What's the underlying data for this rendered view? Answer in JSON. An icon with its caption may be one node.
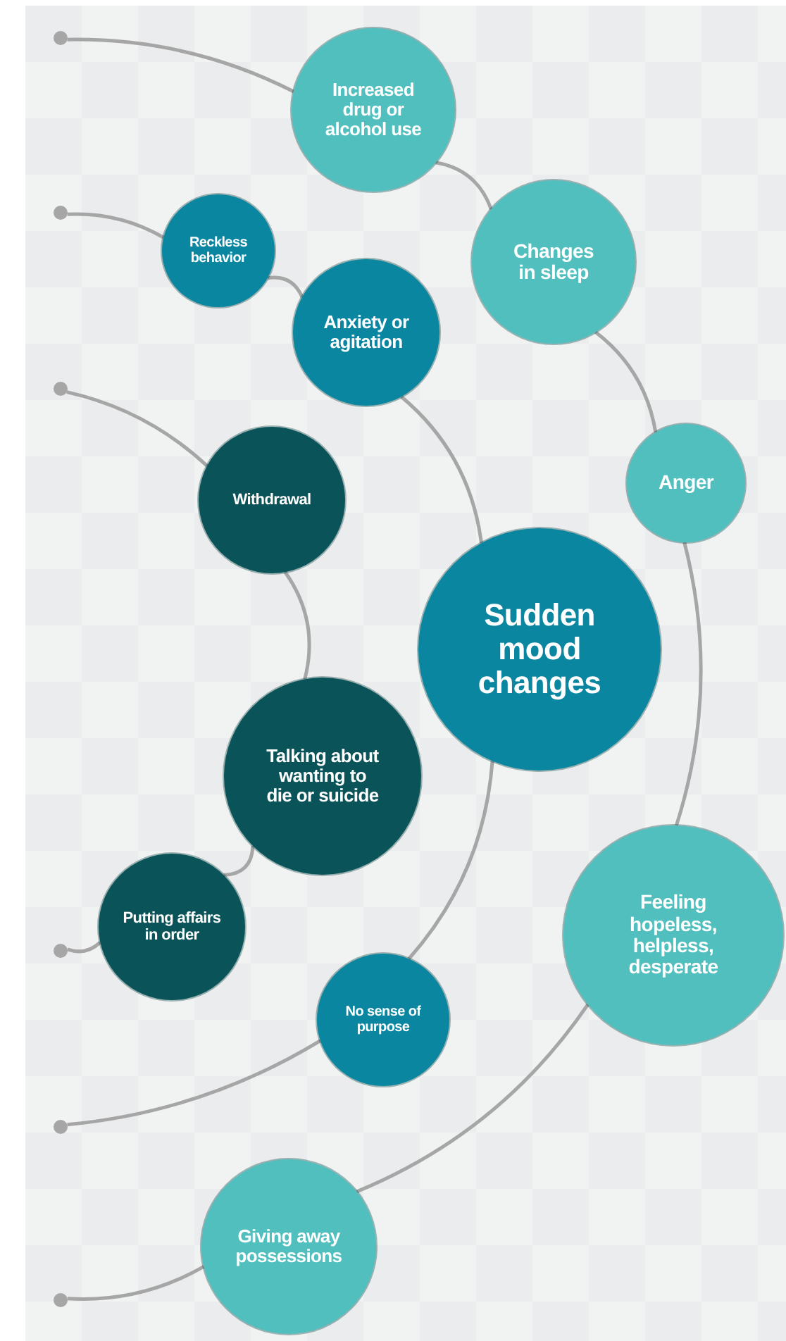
{
  "diagram": {
    "nodes": [
      {
        "text": [],
        "shape": "circle"
      },
      {
        "text": [
          "Increased drug or alcohol use"
        ]
      },
      {
        "text": [],
        "shape": "circle"
      },
      {
        "text": [
          "Reckless behavior"
        ]
      },
      {
        "text": [
          "Changes in sleep"
        ]
      },
      {
        "text": [
          "Anxiety or agitation"
        ]
      },
      {
        "text": [],
        "shape": "circle"
      },
      {
        "text": [
          "Withdrawal"
        ]
      },
      {
        "text": [
          "Anger"
        ]
      },
      {
        "text": [
          "Sudden mood changes"
        ]
      },
      {
        "text": [
          "Talking about wanting to die or suicide"
        ]
      },
      {
        "text": [
          "Feeling hopeless, helpless, desperate"
        ]
      },
      {
        "text": [
          "Putting affairs in order"
        ]
      },
      {
        "text": [],
        "shape": "circle"
      },
      {
        "text": [
          "No sense of purpose"
        ]
      },
      {
        "text": [],
        "shape": "circle"
      },
      {
        "text": [
          "Giving away possessions"
        ]
      },
      {
        "text": [],
        "shape": "circle"
      }
    ],
    "edges": [
      {
        "from": 0,
        "to": 1,
        "arrow": "none"
      },
      {
        "from": 1,
        "to": 4,
        "arrow": "none"
      },
      {
        "from": 4,
        "to": 8,
        "arrow": "none"
      },
      {
        "from": 8,
        "to": 11,
        "arrow": "none"
      },
      {
        "from": 11,
        "to": 16,
        "arrow": "none"
      },
      {
        "from": 16,
        "to": 17,
        "arrow": "none"
      },
      {
        "from": 2,
        "to": 3,
        "arrow": "none"
      },
      {
        "from": 3,
        "to": 5,
        "arrow": "none"
      },
      {
        "from": 5,
        "to": 9,
        "arrow": "none"
      },
      {
        "from": 9,
        "to": 14,
        "arrow": "none"
      },
      {
        "from": 14,
        "to": 15,
        "arrow": "none"
      },
      {
        "from": 6,
        "to": 7,
        "arrow": "none"
      },
      {
        "from": 7,
        "to": 10,
        "arrow": "none"
      },
      {
        "from": 10,
        "to": 12,
        "arrow": "none"
      },
      {
        "from": 12,
        "to": 13,
        "arrow": "none"
      }
    ]
  }
}
